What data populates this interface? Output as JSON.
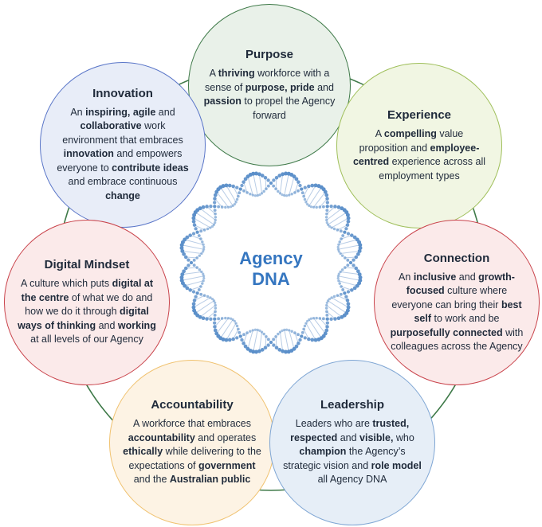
{
  "center": {
    "line1": "Agency",
    "line2": "DNA"
  },
  "colors": {
    "ring": "#3f7a49",
    "center_text": "#3576c0",
    "helix": "#5b8fc9"
  },
  "nodes": {
    "purpose": {
      "title": "Purpose",
      "desc": [
        [
          "A ",
          false
        ],
        [
          "thriving",
          true
        ],
        [
          " workforce with a sense of ",
          false
        ],
        [
          "purpose, pride",
          true
        ],
        [
          " and ",
          false
        ],
        [
          "passion",
          true
        ],
        [
          " to propel the Agency forward",
          false
        ]
      ]
    },
    "experience": {
      "title": "Experience",
      "desc": [
        [
          "A ",
          false
        ],
        [
          "compelling",
          true
        ],
        [
          " value proposition and ",
          false
        ],
        [
          "employee-centred",
          true
        ],
        [
          " experience across all employment types",
          false
        ]
      ]
    },
    "innovation": {
      "title": "Innovation",
      "desc": [
        [
          "An ",
          false
        ],
        [
          "inspiring, agile",
          true
        ],
        [
          " and ",
          false
        ],
        [
          "collaborative",
          true
        ],
        [
          " work environment that embraces ",
          false
        ],
        [
          "innovation",
          true
        ],
        [
          " and empowers everyone to ",
          false
        ],
        [
          "contribute ideas",
          true
        ],
        [
          " and embrace continuous ",
          false
        ],
        [
          "change",
          true
        ]
      ]
    },
    "digital": {
      "title": "Digital Mindset",
      "desc": [
        [
          "A culture which puts ",
          false
        ],
        [
          "digital at the centre",
          true
        ],
        [
          " of what we do and how we do it through ",
          false
        ],
        [
          "digital ways of thinking",
          true
        ],
        [
          " and ",
          false
        ],
        [
          "working",
          true
        ],
        [
          " at all levels of our Agency",
          false
        ]
      ]
    },
    "connection": {
      "title": "Connection",
      "desc": [
        [
          "An ",
          false
        ],
        [
          "inclusive",
          true
        ],
        [
          " and ",
          false
        ],
        [
          "growth-focused",
          true
        ],
        [
          " culture where everyone can bring their ",
          false
        ],
        [
          "best self",
          true
        ],
        [
          " to work and be ",
          false
        ],
        [
          "purposefully connected",
          true
        ],
        [
          " with colleagues across the Agency",
          false
        ]
      ]
    },
    "accountability": {
      "title": "Accountability",
      "desc": [
        [
          "A workforce that embraces ",
          false
        ],
        [
          "accountability",
          true
        ],
        [
          " and operates ",
          false
        ],
        [
          "ethically",
          true
        ],
        [
          " while delivering to the expectations of ",
          false
        ],
        [
          "government",
          true
        ],
        [
          " and the ",
          false
        ],
        [
          "Australian public",
          true
        ]
      ]
    },
    "leadership": {
      "title": "Leadership",
      "desc": [
        [
          "Leaders who are ",
          false
        ],
        [
          "trusted, respected",
          true
        ],
        [
          " and ",
          false
        ],
        [
          "visible,",
          true
        ],
        [
          " who ",
          false
        ],
        [
          "champion",
          true
        ],
        [
          " the Agency’s strategic vision and ",
          false
        ],
        [
          "role model",
          true
        ],
        [
          " all Agency DNA",
          false
        ]
      ]
    }
  }
}
